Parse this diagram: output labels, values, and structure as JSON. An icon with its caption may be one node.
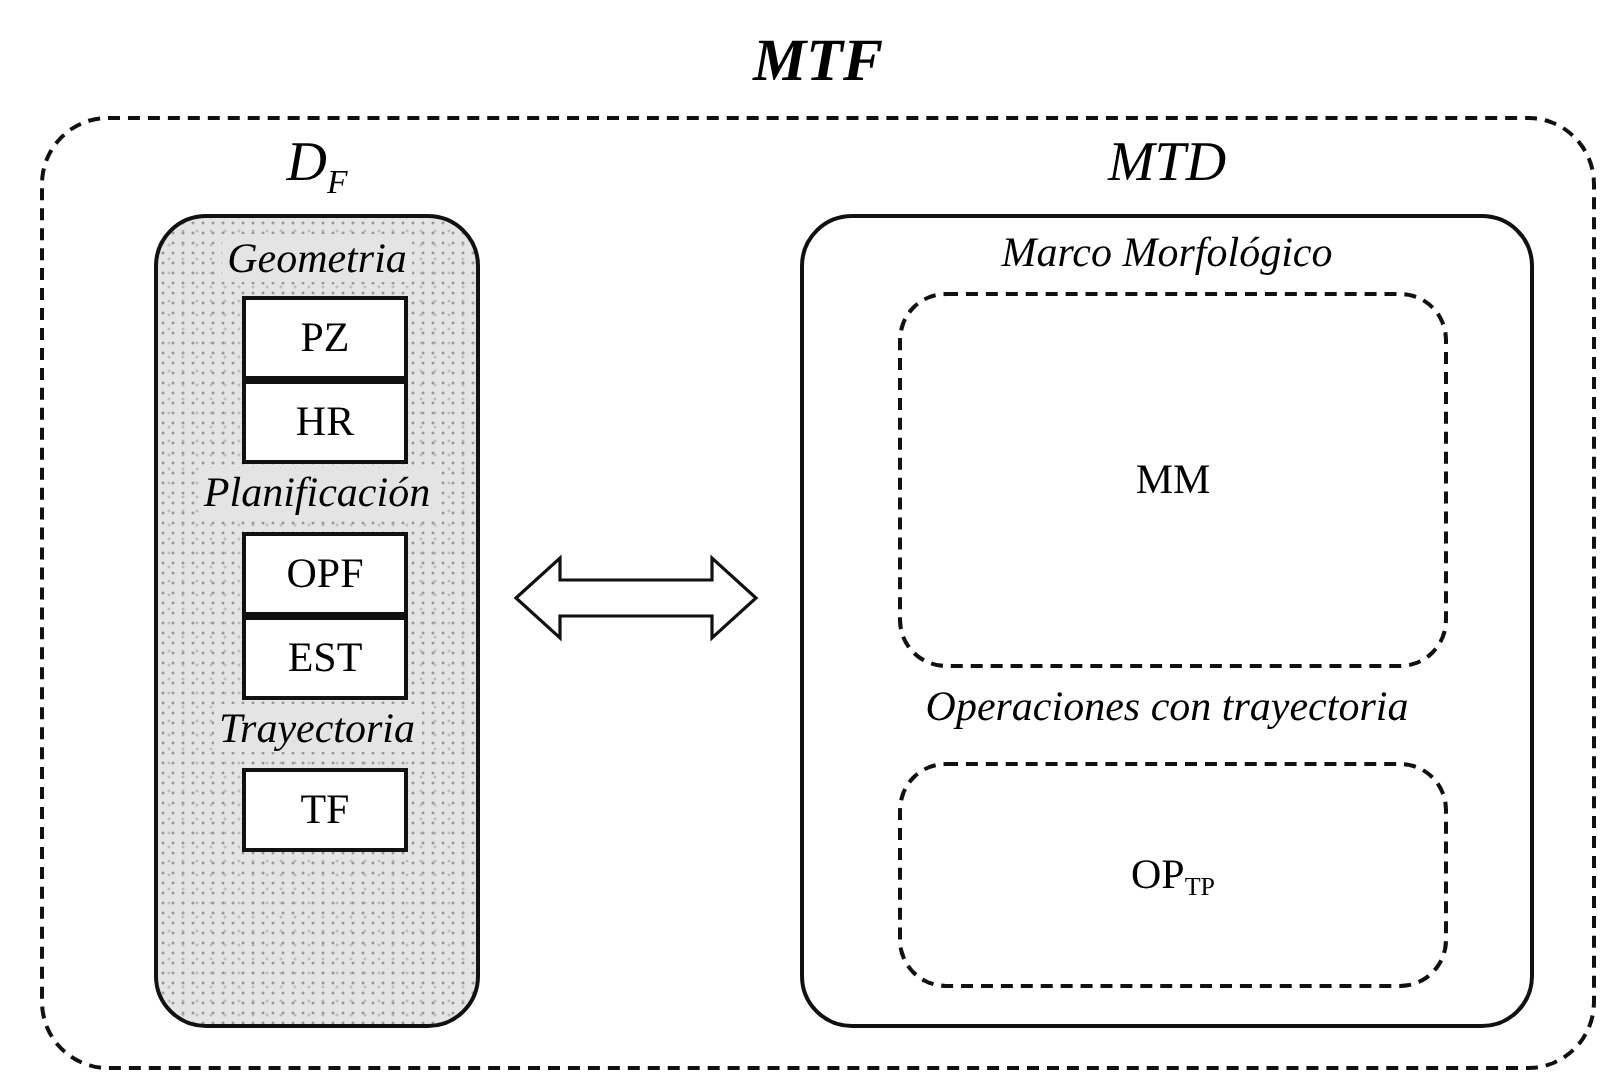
{
  "diagram": {
    "nodes": [
      {
        "text": [
          "MTF"
        ]
      },
      {
        "text": [
          "D$_{F}$",
          "Geometria",
          "Planificación",
          "Trayectoria"
        ],
        "in": 0
      },
      {
        "text": [
          "PZ"
        ],
        "in": 1
      },
      {
        "text": [
          "HR"
        ],
        "in": 1
      },
      {
        "text": [
          "OPF"
        ],
        "in": 1
      },
      {
        "text": [
          "EST"
        ],
        "in": 1
      },
      {
        "text": [
          "TF"
        ],
        "in": 1
      },
      {
        "text": [
          "MTD",
          "Marco Morfológico",
          "Operaciones con trayectoria"
        ],
        "in": 0
      },
      {
        "text": [
          "MM"
        ],
        "in": 7
      },
      {
        "text": [
          "OP$_{TP}$"
        ],
        "in": 7
      }
    ],
    "edges": [
      {
        "from": 1,
        "to": 7,
        "arrow": "both"
      }
    ]
  }
}
